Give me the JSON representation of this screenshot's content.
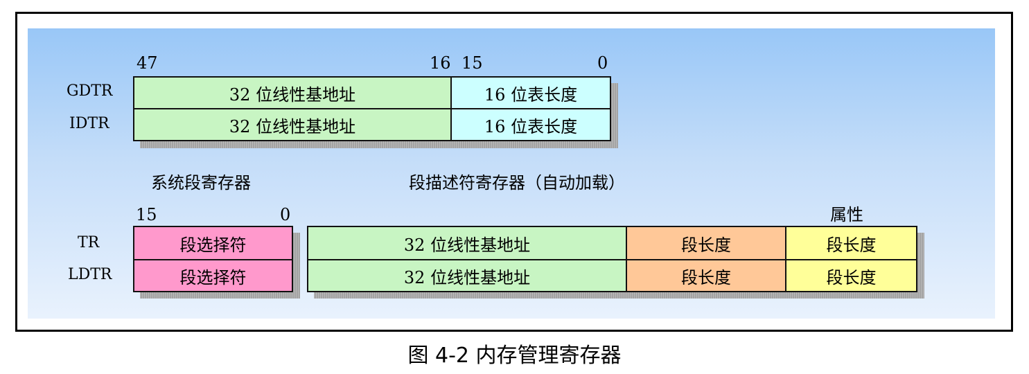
{
  "gdtr_idtr": {
    "bits": {
      "b47": "47",
      "b16": "16",
      "b15": "15",
      "b0": "0"
    },
    "rows": [
      {
        "name": "GDTR",
        "base": "32 位线性基地址",
        "limit": "16 位表长度"
      },
      {
        "name": "IDTR",
        "base": "32 位线性基地址",
        "limit": "16 位表长度"
      }
    ]
  },
  "system_segment": {
    "heading": "系统段寄存器",
    "descriptor_heading": "段描述符寄存器（自动加载）",
    "attr_heading": "属性",
    "bits": {
      "b15": "15",
      "b0": "0"
    },
    "rows": [
      {
        "name": "TR",
        "selector": "段选择符",
        "base": "32 位线性基地址",
        "limit": "段长度",
        "attr": "段长度"
      },
      {
        "name": "LDTR",
        "selector": "段选择符",
        "base": "32 位线性基地址",
        "limit": "段长度",
        "attr": "段长度"
      }
    ]
  },
  "caption": "图 4-2 内存管理寄存器",
  "colors": {
    "base": "#c8f5c3",
    "table_limit": "#ccffff",
    "selector": "#ff99cc",
    "segment_limit": "#ffc898",
    "attribute": "#ffff99",
    "background_top": "#99c7f7",
    "background_bottom": "#e9f2fd"
  }
}
